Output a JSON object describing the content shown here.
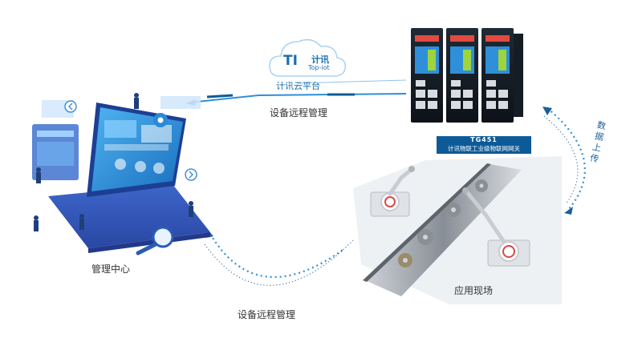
{
  "cloud": {
    "name": "计讯云平台",
    "logo_text": "计讯",
    "logo_sub": "Top-iot"
  },
  "gateway": {
    "model": "TG451",
    "name": "计讯物联工业级物联网网关"
  },
  "labels": {
    "remote_top": "设备远程管理",
    "remote_bottom": "设备远程管理",
    "data_upload": "数据上传",
    "management_center": "管理中心",
    "application_site": "应用现场"
  },
  "colors": {
    "primary": "#1b6fb5",
    "dark": "#0d5a98",
    "accent": "#2f8fd8"
  }
}
